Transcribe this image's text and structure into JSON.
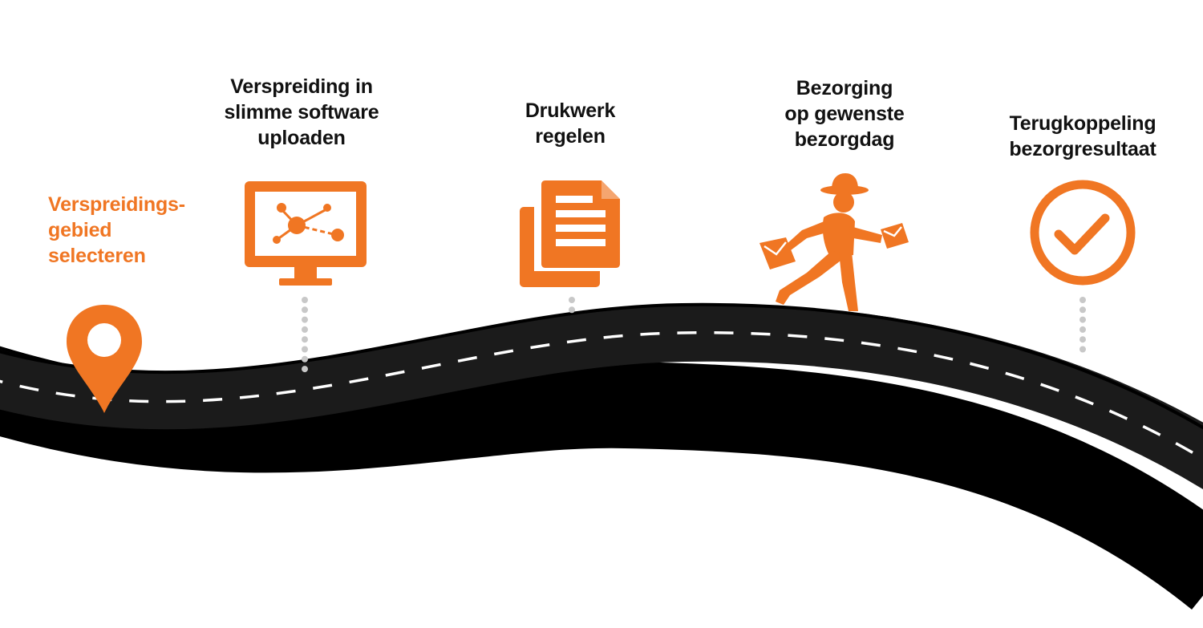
{
  "colors": {
    "accent": "#F07623",
    "text_dark": "#111111",
    "road": "#1b1b1b",
    "road_edge": "#000000",
    "lane_marking": "#ffffff",
    "connector_dots": "#c8c8c8"
  },
  "steps": [
    {
      "lines": [
        "Verspreidings-",
        "gebied",
        "selecteren"
      ],
      "icon": "map-pin-icon",
      "highlighted": true
    },
    {
      "lines": [
        "Verspreiding in",
        "slimme software",
        "uploaden"
      ],
      "icon": "monitor-network-icon",
      "highlighted": false
    },
    {
      "lines": [
        "Drukwerk",
        "regelen"
      ],
      "icon": "documents-icon",
      "highlighted": false
    },
    {
      "lines": [
        "Bezorging",
        "op gewenste",
        "bezorgdag"
      ],
      "icon": "delivery-runner-icon",
      "highlighted": false
    },
    {
      "lines": [
        "Terugkoppeling",
        "bezorgresultaat"
      ],
      "icon": "checkmark-circle-icon",
      "highlighted": false
    }
  ]
}
